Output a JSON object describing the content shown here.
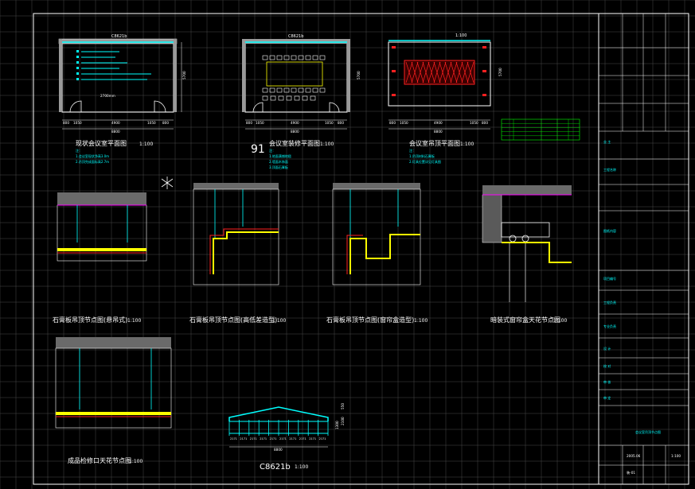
{
  "colors": {
    "background": "#000000",
    "grid": "#4a4a4a",
    "frame": "#ffffff",
    "title_text": "#ffffff",
    "annotation": "#ffff00",
    "note": "#00ffff",
    "hatch": "#ff2020",
    "wall": "#c0c0c0",
    "accent": "#ff00ff",
    "green": "#00ff00"
  },
  "plans": {
    "existing": {
      "title": "现状会议室平面图",
      "scale": "1:100",
      "total": "8800",
      "segments": [
        "800",
        "1050",
        "4900",
        "1050",
        "800"
      ],
      "height": "5700",
      "tag": "C8621b",
      "door_label": "2700mm",
      "notes": [
        "注：",
        "1.会议室现状净高3.0m",
        "2.吊顶完成面标高2.7m"
      ]
    },
    "layout": {
      "title": "会议室装修平面图",
      "scale": "1:100",
      "total": "8800",
      "segments": [
        "800",
        "1050",
        "4900",
        "1050",
        "800"
      ],
      "height": "5700",
      "tag": "C8621b",
      "notes": [
        "注：",
        "1.地面满铺地毯",
        "2.墙面木饰面",
        "3.顶面石膏板"
      ]
    },
    "ceiling": {
      "title": "会议室吊顶平面图",
      "scale": "1:100",
      "total": "8800",
      "segments": [
        "800",
        "1050",
        "4900",
        "1050",
        "800"
      ],
      "height": "5700",
      "scale_top": "1:100",
      "notes": [
        "注：",
        "1.吊顶材料石膏板",
        "2.灯具位置详见灯具图"
      ]
    }
  },
  "marker": "91",
  "details": {
    "d1": {
      "title": "石膏板吊顶节点图(悬吊式)",
      "scale": "1:100"
    },
    "d2": {
      "title": "石膏板吊顶节点图(高低差造型)",
      "scale": "1:100"
    },
    "d3": {
      "title": "石膏板吊顶节点图(窗帘盒造型)",
      "scale": "1:100"
    },
    "d4": {
      "title": "暗装式窗帘盒天花节点图",
      "scale": "1:100"
    },
    "d5": {
      "title": "成品检修口天花节点图",
      "scale": "1:100"
    }
  },
  "elevation": {
    "title": "C8621b",
    "scale": "1:100",
    "width": "8800",
    "height_a": "2100",
    "height_b": "550",
    "height_c": "1300",
    "panel_label": "2171"
  },
  "title_block": {
    "rows": [
      {
        "label": "业  主"
      },
      {
        "label": "工程名称"
      },
      {
        "label": "图纸内容"
      },
      {
        "label": "项目编号"
      },
      {
        "label": "工程负责"
      },
      {
        "label": "专业负责"
      },
      {
        "label": "设  计"
      },
      {
        "label": "校  对"
      },
      {
        "label": "审  核"
      },
      {
        "label": "审  定"
      }
    ],
    "drawing_name": "会议室吊顶节点图",
    "footer": {
      "date": "2005.06",
      "scale": "1:100",
      "sheet": "装-01"
    }
  }
}
